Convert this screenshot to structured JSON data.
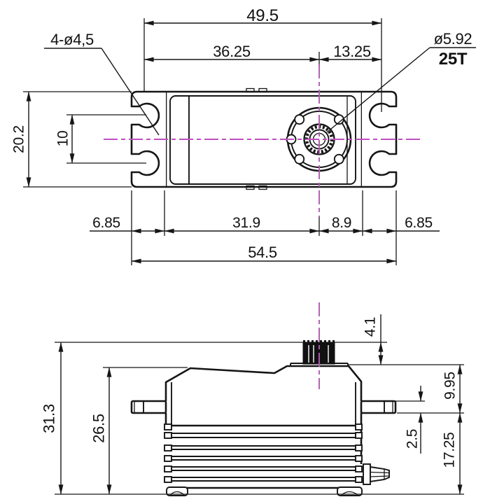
{
  "drawing": {
    "top_view": {
      "hole_span": "49.5",
      "center_to_left_holes": "36.25",
      "center_to_right_holes": "13.25",
      "mount_holes": "4-ø4,5",
      "spline_diameter": "ø5.92",
      "spline_teeth": "25T",
      "body_height": "20.2",
      "hole_pitch": "10",
      "left_tab": "6.85",
      "left_to_shaft": "31.9",
      "shaft_to_right": "8.9",
      "right_tab": "6.85",
      "overall_width": "54.5"
    },
    "side_view": {
      "overall_height": "31.3",
      "case_height": "26.5",
      "spline_height": "4.1",
      "top_to_tab_bottom": "9.95",
      "tab_thickness": "2.5",
      "tab_bottom_to_base": "17.25"
    },
    "colors": {
      "line": "#161616",
      "centerline": "#c24fc2",
      "background": "#ffffff"
    }
  }
}
